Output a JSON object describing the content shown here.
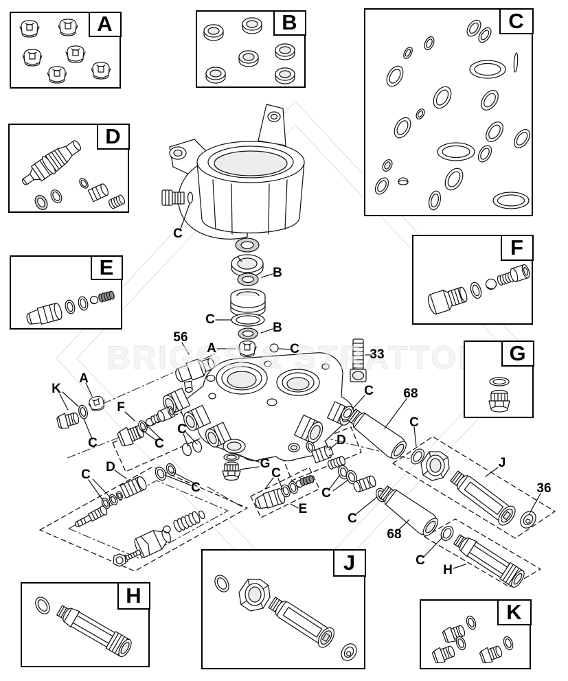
{
  "watermark": {
    "text": "BRIGGS & STRATTON"
  },
  "kits": {
    "a": {
      "label": "A"
    },
    "b": {
      "label": "B"
    },
    "c": {
      "label": "C"
    },
    "d": {
      "label": "D"
    },
    "e": {
      "label": "E"
    },
    "f": {
      "label": "F"
    },
    "g": {
      "label": "G"
    },
    "h": {
      "label": "H"
    },
    "j": {
      "label": "J"
    },
    "k": {
      "label": "K"
    }
  },
  "callouts": [
    {
      "label": "C"
    },
    {
      "label": "B"
    },
    {
      "label": "C"
    },
    {
      "label": "B"
    },
    {
      "label": "56"
    },
    {
      "label": "A"
    },
    {
      "label": "C"
    },
    {
      "label": "33"
    },
    {
      "label": "A"
    },
    {
      "label": "K"
    },
    {
      "label": "C"
    },
    {
      "label": "68"
    },
    {
      "label": "F"
    },
    {
      "label": "C"
    },
    {
      "label": "C"
    },
    {
      "label": "C"
    },
    {
      "label": "C"
    },
    {
      "label": "D"
    },
    {
      "label": "G"
    },
    {
      "label": "D"
    },
    {
      "label": "C"
    },
    {
      "label": "C"
    },
    {
      "label": "C"
    },
    {
      "label": "C"
    },
    {
      "label": "J"
    },
    {
      "label": "36"
    },
    {
      "label": "E"
    },
    {
      "label": "C"
    },
    {
      "label": "68"
    },
    {
      "label": "C"
    },
    {
      "label": "H"
    }
  ]
}
